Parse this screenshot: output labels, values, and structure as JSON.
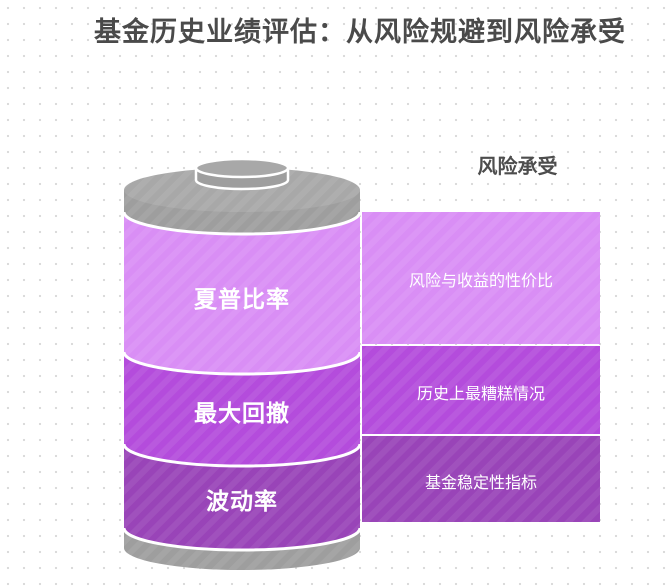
{
  "title": "基金历史业绩评估：从风险规避到风险承受",
  "side_heading": "风险承受",
  "segments": [
    {
      "label": "夏普比率",
      "description": "风险与收益的性价比"
    },
    {
      "label": "最大回撤",
      "description": "历史上最糟糕情况"
    },
    {
      "label": "波动率",
      "description": "基金稳定性指标"
    }
  ],
  "colors": {
    "segment_1": "#d98ef5",
    "segment_2": "#b44cdc",
    "segment_3": "#9944b8",
    "cap": "#9e9e9e"
  }
}
